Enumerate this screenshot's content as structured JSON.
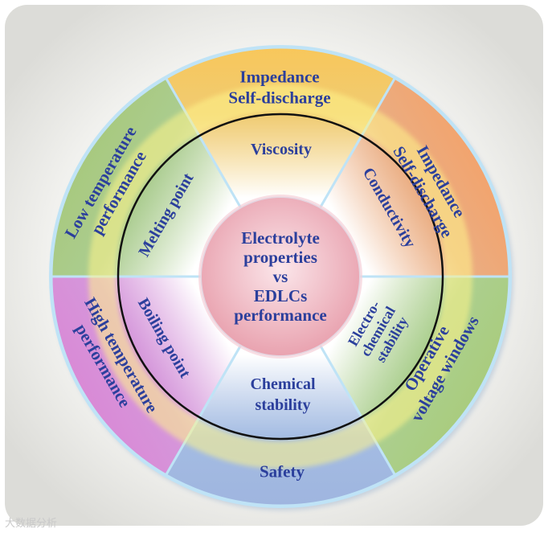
{
  "center": {
    "lines": [
      "Electrolyte",
      "properties",
      "vs",
      "EDLCs",
      "performance"
    ],
    "color": "#f2b5c0"
  },
  "outer_ring": [
    {
      "id": "top",
      "lines": [
        "Impedance",
        "Self-discharge"
      ],
      "color": "#f8c75b"
    },
    {
      "id": "upper-right",
      "lines": [
        "Impedance",
        "Self-discharge"
      ],
      "color": "#f2a46e"
    },
    {
      "id": "lower-right",
      "lines": [
        "Operative",
        "voltage windows"
      ],
      "color": "#a9cc7e"
    },
    {
      "id": "bottom",
      "lines": [
        "Safety"
      ],
      "color": "#9fb5df"
    },
    {
      "id": "lower-left",
      "lines": [
        "High temperature",
        "performance"
      ],
      "color": "#d98ad6"
    },
    {
      "id": "upper-left",
      "lines": [
        "Low temperature",
        "performance"
      ],
      "color": "#a8c97f"
    }
  ],
  "inner_ring": [
    {
      "id": "top",
      "lines": [
        "Viscosity"
      ]
    },
    {
      "id": "upper-right",
      "lines": [
        "Conductivity"
      ]
    },
    {
      "id": "lower-right",
      "lines": [
        "Electro-",
        "chemical",
        "stability"
      ]
    },
    {
      "id": "bottom",
      "lines": [
        "Chemical",
        "stability"
      ]
    },
    {
      "id": "lower-left",
      "lines": [
        "Boiling point"
      ]
    },
    {
      "id": "upper-left",
      "lines": [
        "Melting point"
      ]
    }
  ],
  "watermark": "大数据分析"
}
